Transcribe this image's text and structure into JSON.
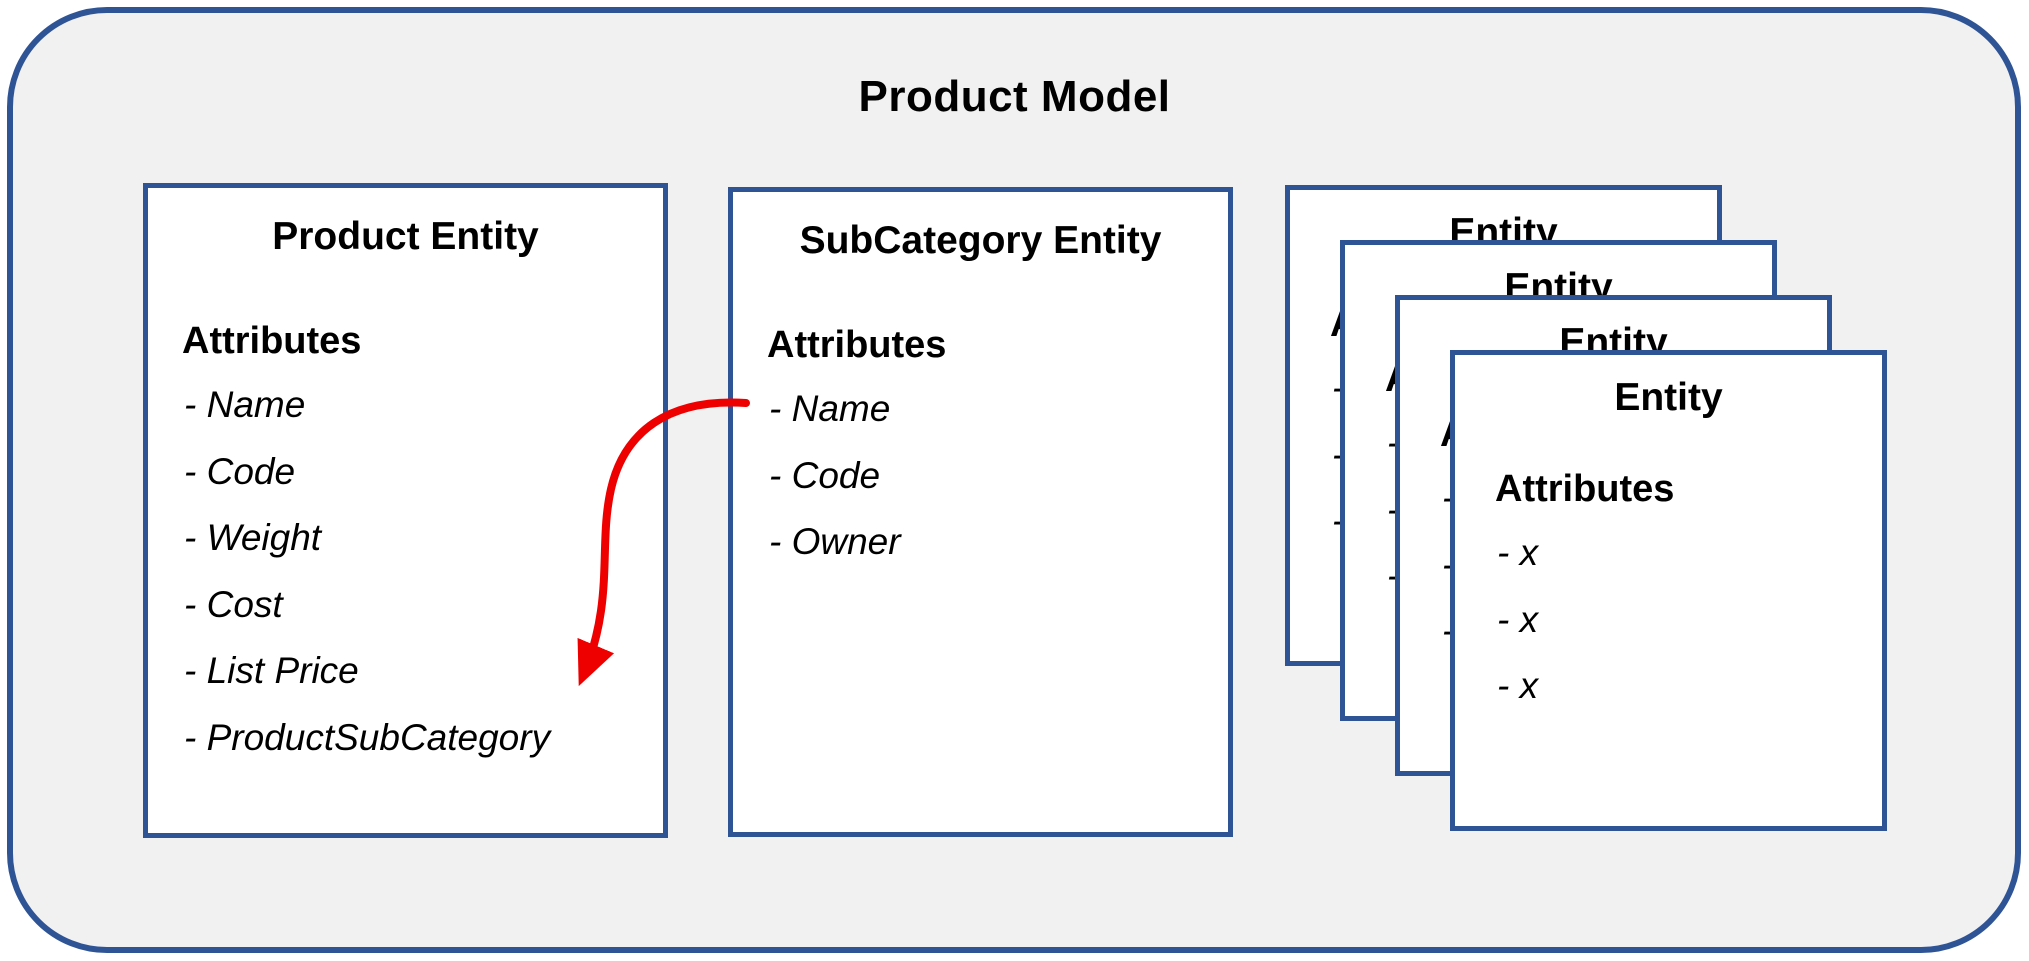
{
  "diagram": {
    "title": "Product Model",
    "colors": {
      "border_blue": "#2f5496",
      "container_fill": "#f1f1f1",
      "box_fill": "#ffffff",
      "text": "#000000",
      "arrow_red": "#ee0000"
    },
    "product_entity": {
      "title": "Product Entity",
      "attributes_label": "Attributes",
      "attributes": [
        "- Name",
        "- Code",
        "- Weight",
        "- Cost",
        "- List Price",
        "- ProductSubCategory"
      ]
    },
    "subcategory_entity": {
      "title": "SubCategory Entity",
      "attributes_label": "Attributes",
      "attributes": [
        "- Name",
        "- Code",
        "- Owner"
      ]
    },
    "entity_stack": {
      "count": 4,
      "title": "Entity",
      "attributes_label": "Attributes",
      "attributes": [
        "- x",
        "- x",
        "- x"
      ]
    },
    "relationship_arrow": {
      "from": "SubCategory Entity - Name",
      "to": "Product Entity - ProductSubCategory"
    }
  }
}
